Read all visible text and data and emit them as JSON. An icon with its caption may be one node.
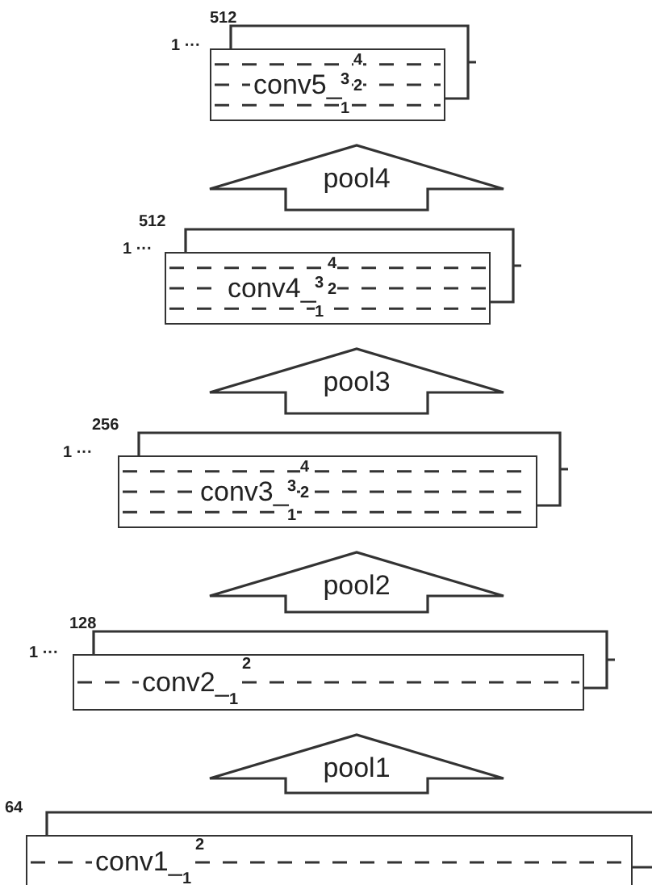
{
  "diagram": {
    "nodes": [
      {
        "text": [
          "conv5_",
          "4",
          "3",
          "2",
          "1"
        ],
        "beside": [
          "512",
          "1 ···"
        ]
      },
      {
        "text": [
          "conv4_",
          "4",
          "3",
          "2",
          "1"
        ],
        "beside": [
          "512",
          "1 ···"
        ]
      },
      {
        "text": [
          "conv3_",
          "4",
          "3",
          "2",
          "1"
        ],
        "beside": [
          "256",
          "1 ···"
        ]
      },
      {
        "text": [
          "conv2_",
          "2",
          "1"
        ],
        "beside": [
          "128",
          "1 ···"
        ]
      },
      {
        "text": [
          "conv1_",
          "2",
          "1"
        ],
        "beside": [
          "64"
        ]
      }
    ],
    "edges": [
      {
        "from": 4,
        "to": 3,
        "arrow": "to",
        "label": "pool1"
      },
      {
        "from": 3,
        "to": 2,
        "arrow": "to",
        "label": "pool2"
      },
      {
        "from": 2,
        "to": 1,
        "arrow": "to",
        "label": "pool3"
      },
      {
        "from": 1,
        "to": 0,
        "arrow": "to",
        "label": "pool4"
      }
    ]
  }
}
